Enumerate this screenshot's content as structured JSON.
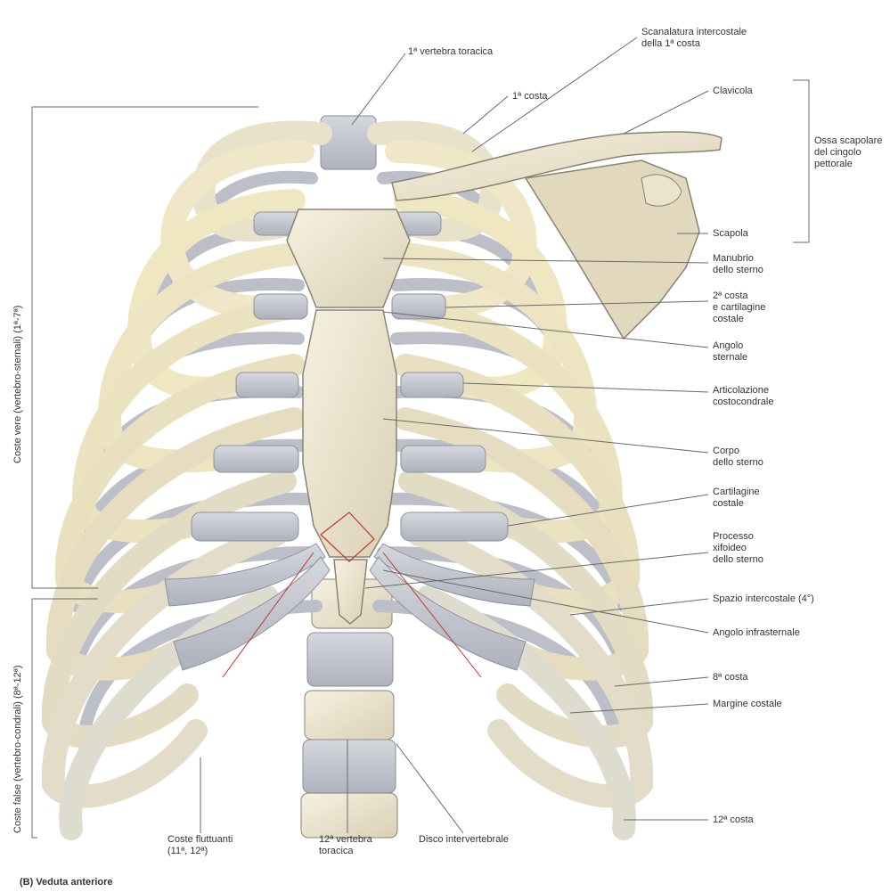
{
  "figure": {
    "caption": "(B) Veduta anteriore",
    "labels": {
      "vert1": "1ª vertebra toracica",
      "groove": "Scanalatura intercostale\ndella 1ª costa",
      "rib1": "1ª costa",
      "clavicle": "Clavicola",
      "girdle": "Ossa scapolare\ndel cingolo\npettorale",
      "scapula": "Scapola",
      "manubrium": "Manubrio\ndello sterno",
      "rib2": "2ª costa\ne cartilagine\ncostale",
      "sternal_angle": "Angolo\nsternale",
      "cc_joint": "Articolazione\ncostocondrale",
      "body": "Corpo\ndello sterno",
      "costal_cart": "Cartilagine\ncostale",
      "xiphoid": "Processo\nxifoideo\ndello sterno",
      "ic_space": "Spazio intercostale (4°)",
      "infrasternal": "Angolo infrasternale",
      "rib8": "8ª costa",
      "costal_margin": "Margine costale",
      "rib12": "12ª costa",
      "floating": "Coste fluttuanti\n(11ª, 12ª)",
      "vert12": "12ª vertebra\ntoracica",
      "disc": "Disco intervertebrale",
      "true_ribs": "Coste vere (vertebro-sternali) (1ª-7ª)",
      "false_ribs": "Coste false (vertebro-condrali) (8ª-12ª)"
    }
  },
  "colors": {
    "bone": "#ece5cf",
    "bone_shadow": "#c9c0a6",
    "cartilage": "#c3c6cf",
    "cartilage_shadow": "#9ea2ad",
    "outline": "#8a8372",
    "leader": "#6a6a6a",
    "accent": "#c0392b"
  }
}
